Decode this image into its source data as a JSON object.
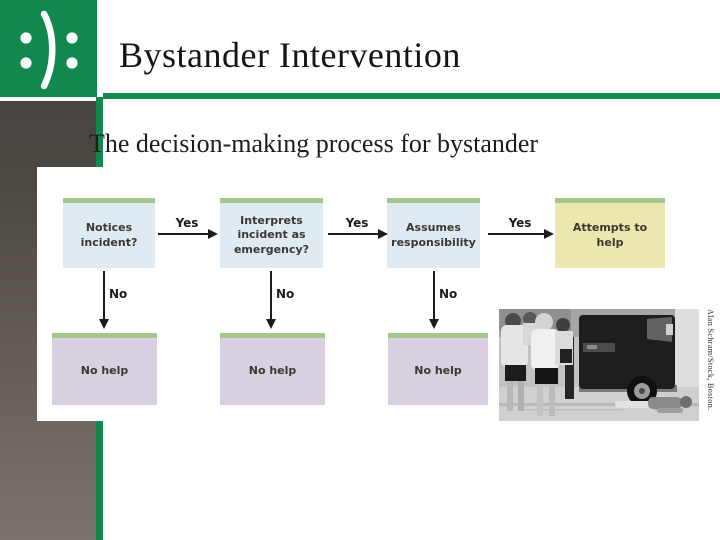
{
  "slide": {
    "title": "Bystander Intervention",
    "subtitle": "The decision-making process for bystander",
    "logo_glyph": ":):",
    "colors": {
      "accent_green": "#12884e",
      "flow_top_bar_green": "#a5c78d",
      "flow_box_blue": "#dfeaf3",
      "flow_box_yellow": "#ece7ae",
      "flow_box_lavender": "#d8cfe0",
      "left_panel_dark": "#494440",
      "left_panel_light": "#7b746c"
    }
  },
  "flowchart": {
    "type": "flowchart",
    "boxes": [
      {
        "label": "Notices incident?"
      },
      {
        "label": "Interprets incident as emergency?"
      },
      {
        "label": "Assumes responsibility"
      },
      {
        "label": "Attempts to help"
      }
    ],
    "yes_label": "Yes",
    "no_label": "No",
    "no_help_boxes": [
      {
        "label": "No help"
      },
      {
        "label": "No help"
      },
      {
        "label": "No help"
      }
    ],
    "edges": [
      "Notices incident? --Yes--> Interprets incident as emergency?",
      "Notices incident? --No--> No help",
      "Interprets incident as emergency? --Yes--> Assumes responsibility",
      "Interprets incident as emergency? --No--> No help",
      "Assumes responsibility --Yes--> Attempts to help",
      "Assumes responsibility --No--> No help"
    ]
  },
  "photo": {
    "credit": "Alan Schram/Stock, Boston.",
    "description": "Black-and-white photo of pedestrians walking past a man lying on the sidewalk beside a parked van"
  }
}
